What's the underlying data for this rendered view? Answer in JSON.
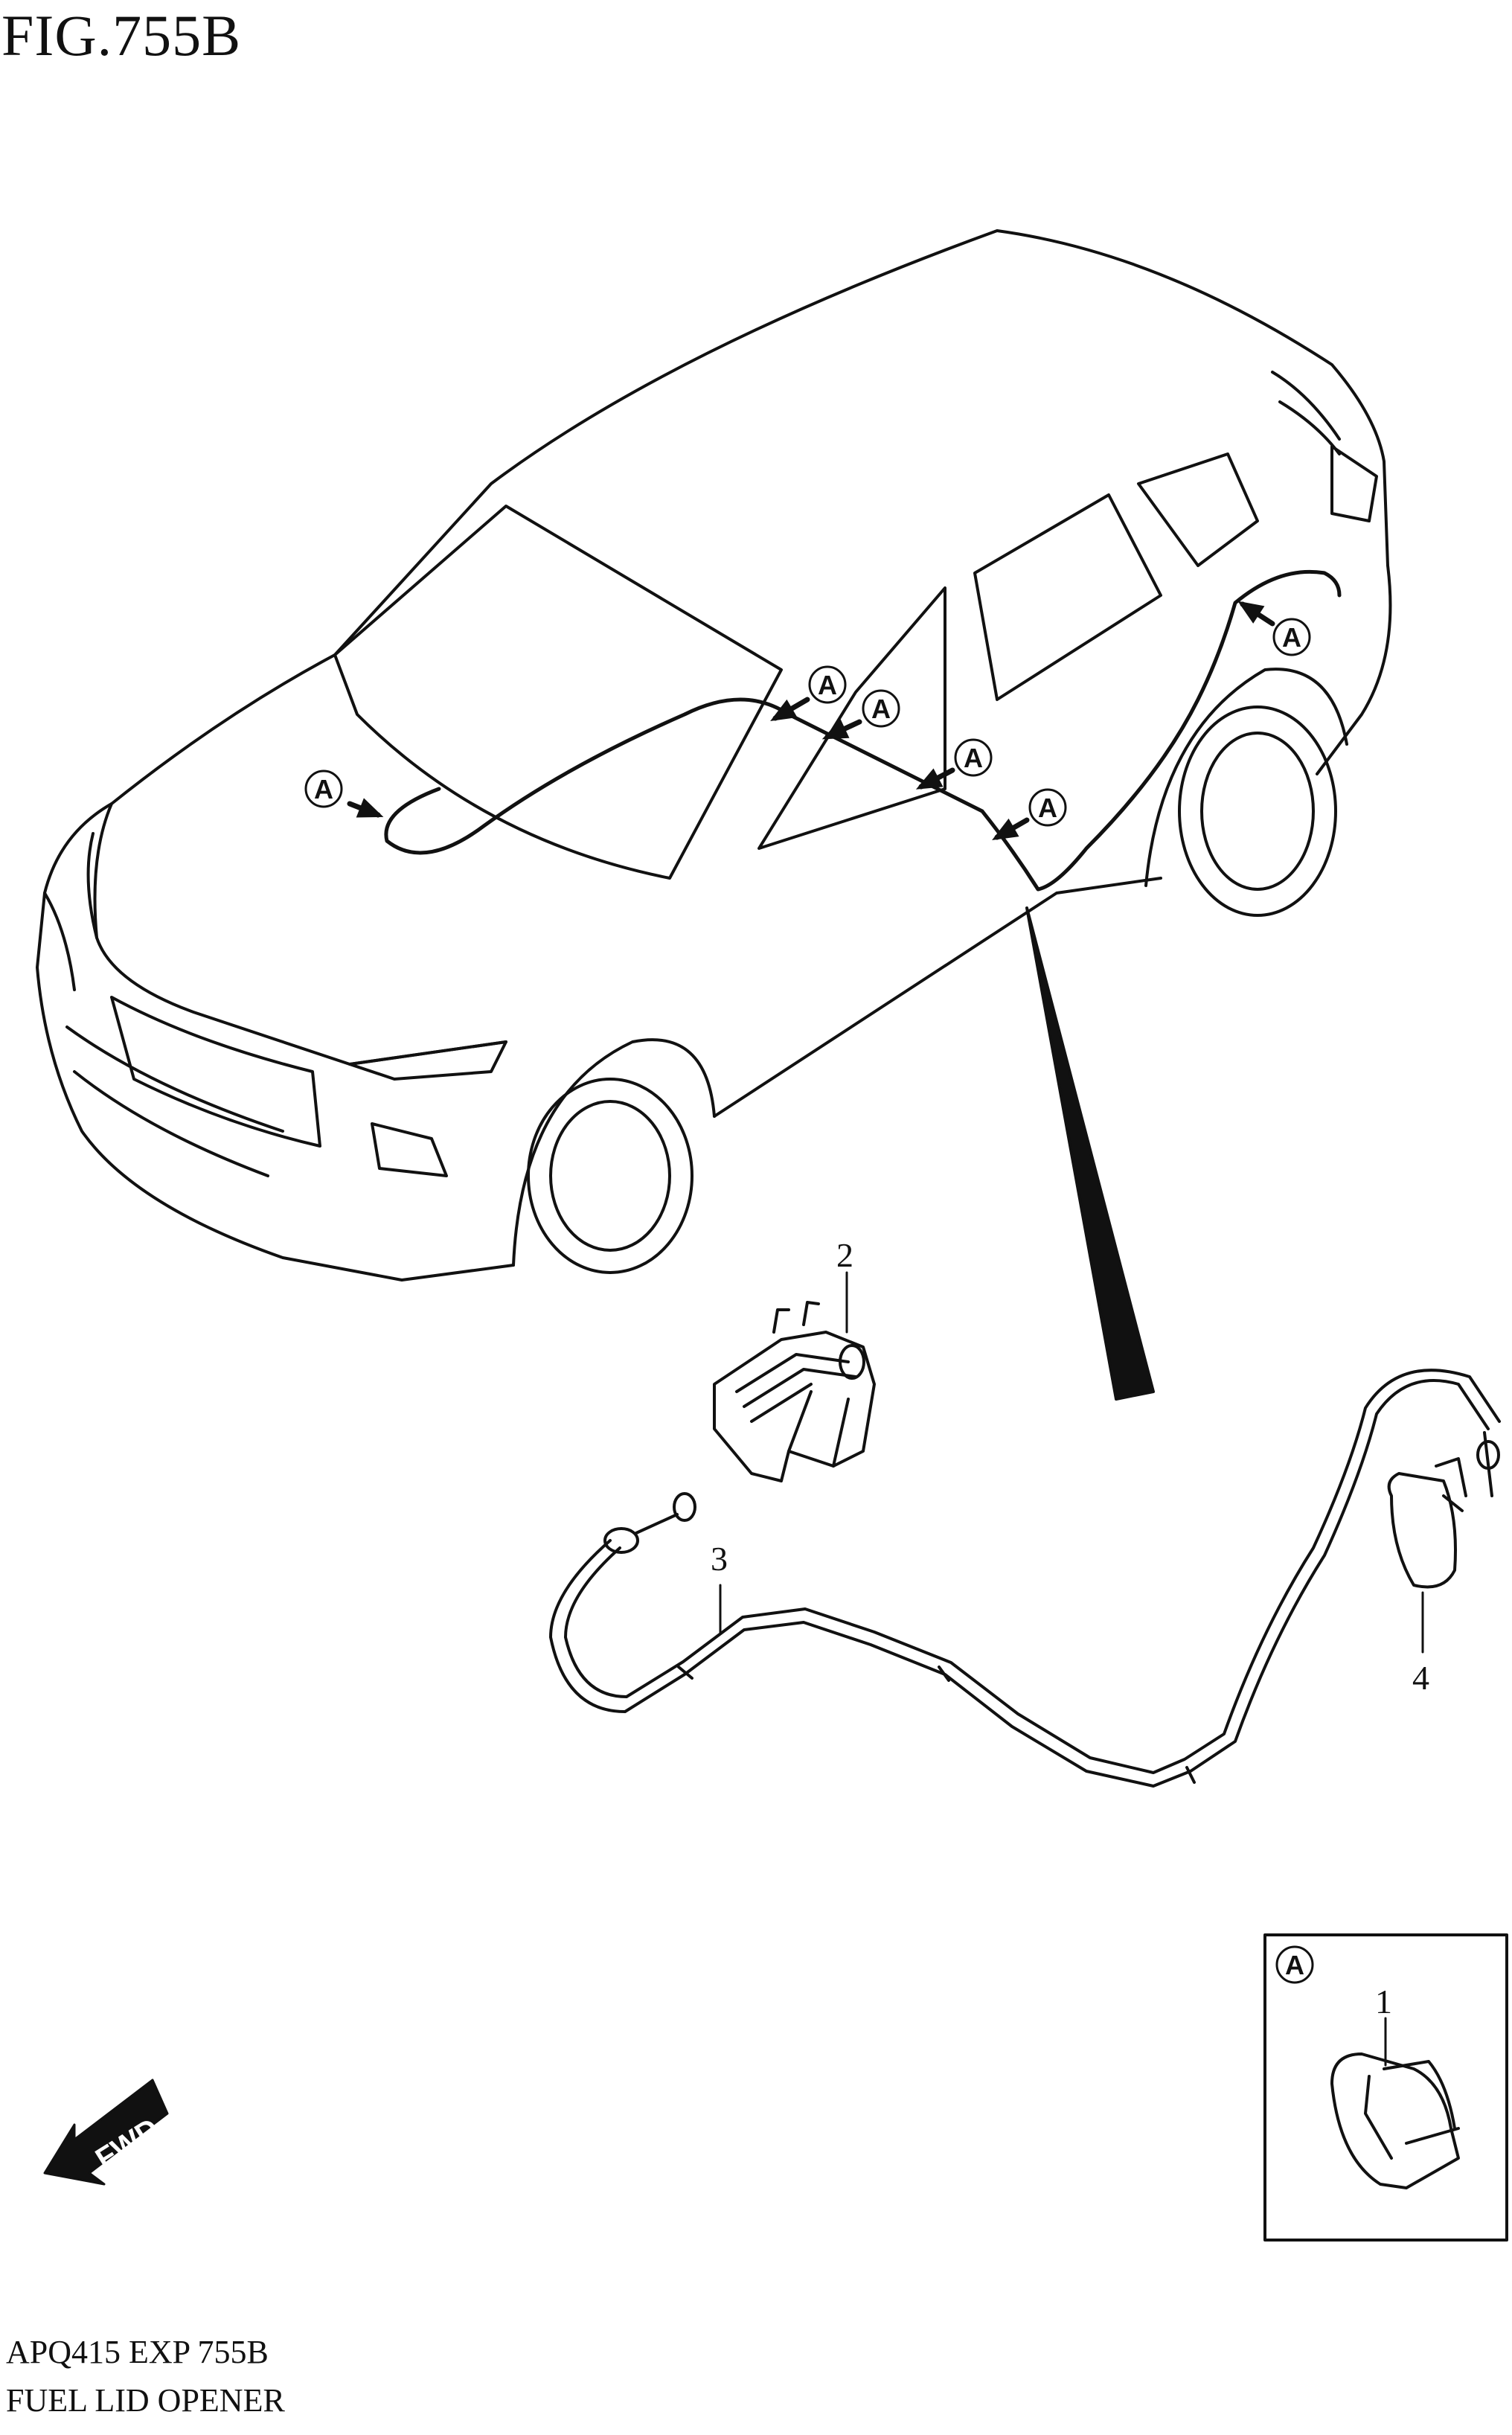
{
  "figure": {
    "title": "FIG.755B"
  },
  "callouts": [
    {
      "number": "1",
      "part": "fuel-lid-opener-detail"
    },
    {
      "number": "2",
      "part": "opener-lever-assembly"
    },
    {
      "number": "3",
      "part": "opener-cable"
    },
    {
      "number": "4",
      "part": "fuel-lid-latch"
    }
  ],
  "reference_marker": "A",
  "direction_badge": "FWD",
  "footer": {
    "code": "APQ415 EXP 755B",
    "name": "FUEL LID OPENER"
  }
}
